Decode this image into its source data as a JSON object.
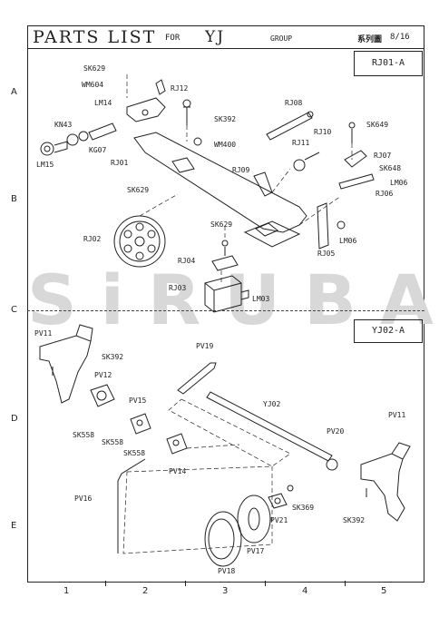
{
  "header": {
    "title": "PARTS LIST",
    "for_label": "FOR",
    "series": "YJ",
    "group_label": "GROUP",
    "chinese_label": "系列圖",
    "page": "8/16"
  },
  "sections": [
    {
      "code": "RJ01-A"
    },
    {
      "code": "YJ02-A"
    }
  ],
  "row_labels": [
    "A",
    "B",
    "C",
    "D",
    "E"
  ],
  "col_labels": [
    "1",
    "2",
    "3",
    "4",
    "5"
  ],
  "watermark": "SiRUBA",
  "parts_top": [
    {
      "id": "SK629"
    },
    {
      "id": "WM604"
    },
    {
      "id": "RJ12"
    },
    {
      "id": "LM14"
    },
    {
      "id": "KN43"
    },
    {
      "id": "KG07"
    },
    {
      "id": "LM15"
    },
    {
      "id": "SK392"
    },
    {
      "id": "WM400"
    },
    {
      "id": "RJ01"
    },
    {
      "id": "SK629"
    },
    {
      "id": "RJ02"
    },
    {
      "id": "SK629"
    },
    {
      "id": "RJ04"
    },
    {
      "id": "RJ03"
    },
    {
      "id": "LM03"
    },
    {
      "id": "RJ08"
    },
    {
      "id": "RJ11"
    },
    {
      "id": "RJ10"
    },
    {
      "id": "SK649"
    },
    {
      "id": "RJ09"
    },
    {
      "id": "RJ07"
    },
    {
      "id": "SK648"
    },
    {
      "id": "LM06"
    },
    {
      "id": "RJ06"
    },
    {
      "id": "LM06"
    },
    {
      "id": "RJ05"
    }
  ],
  "parts_bottom": [
    {
      "id": "PV11"
    },
    {
      "id": "SK392"
    },
    {
      "id": "PV19"
    },
    {
      "id": "PV12"
    },
    {
      "id": "PV15"
    },
    {
      "id": "SK558"
    },
    {
      "id": "SK558"
    },
    {
      "id": "SK558"
    },
    {
      "id": "PV14"
    },
    {
      "id": "YJ02"
    },
    {
      "id": "PV20"
    },
    {
      "id": "PV11"
    },
    {
      "id": "PV16"
    },
    {
      "id": "SK369"
    },
    {
      "id": "PV21"
    },
    {
      "id": "PV17"
    },
    {
      "id": "PV18"
    },
    {
      "id": "SK392"
    }
  ]
}
